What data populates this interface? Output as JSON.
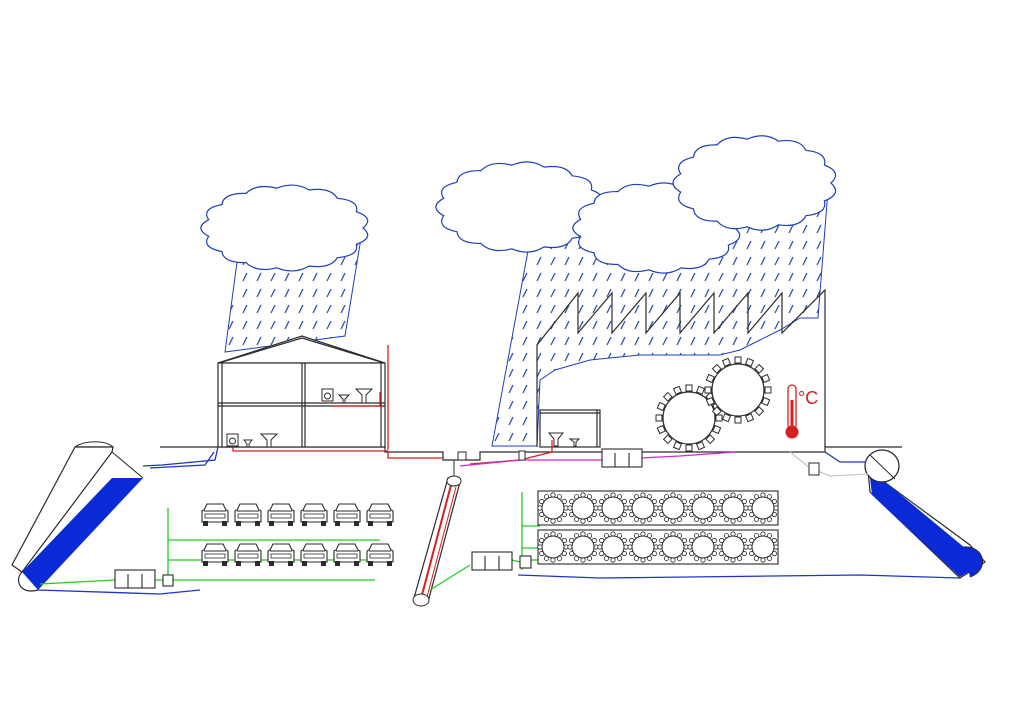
{
  "diagram": {
    "colors": {
      "outline": "#2b2b2b",
      "rain": "#2f4fb0",
      "cloud": "#1f3fb8",
      "water": "#0a2ad8",
      "hot_pipe": "#d42020",
      "mixed_pipe": "#d428c8",
      "storage_pipe": "#22cc22",
      "cold_pipe": "#1f33c8",
      "return_pipe": "#c8c8c8"
    },
    "thermometer_unit": "°C",
    "icons": {
      "cloud": "cloud-icon",
      "car": "car-icon",
      "storage_cell": "storage-tank-icon",
      "gear": "gear-icon",
      "thermometer": "thermometer-icon",
      "washing_machine": "washing-machine-icon",
      "sink": "sink-icon",
      "toilet": "toilet-icon",
      "heat_exchanger": "heat-exchanger-icon"
    },
    "parking": {
      "rows": 2,
      "cars_per_row": 6
    },
    "storage_bank": {
      "rows": 2,
      "cells_per_row": 8
    }
  }
}
